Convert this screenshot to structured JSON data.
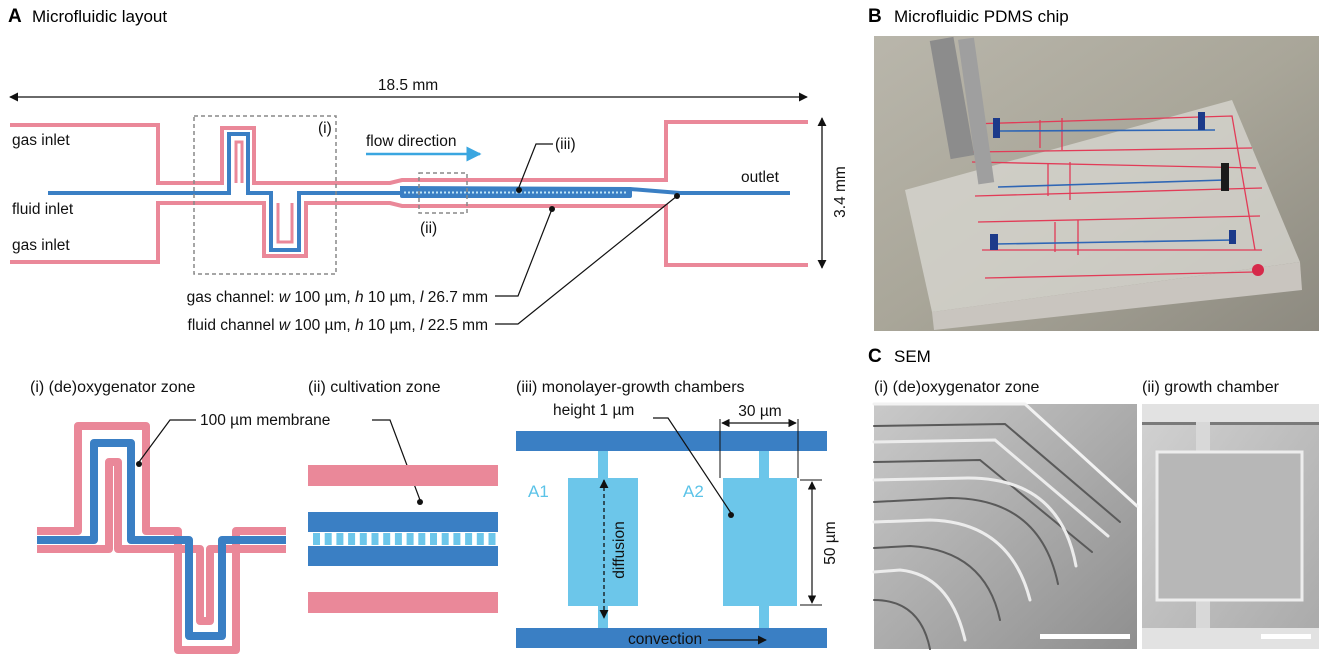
{
  "colors": {
    "gas": "#ea8899",
    "fluid": "#3a7fc4",
    "chamber": "#6cc6ea",
    "flow_arrow": "#3aa6e0",
    "dashed_box": "#888888"
  },
  "panel_a": {
    "letter": "A",
    "title": "Microfluidic layout",
    "width_label": "18.5 mm",
    "height_label": "3.4 mm",
    "gas_inlet_top": "gas inlet",
    "fluid_inlet": "fluid inlet",
    "gas_inlet_bottom": "gas inlet",
    "outlet": "outlet",
    "flow_direction": "flow direction",
    "marker_i": "(i)",
    "marker_ii": "(ii)",
    "marker_iii": "(iii)",
    "gas_channel": {
      "prefix": "gas channel: ",
      "w": "w",
      "w_val": " 100 µm, ",
      "h": "h",
      "h_val": " 10 µm, ",
      "l": "l",
      "l_val": " 26.7 mm"
    },
    "fluid_channel": {
      "prefix": "fluid channel ",
      "w": "w",
      "w_val": " 100 µm, ",
      "h": "h",
      "h_val": " 10 µm, ",
      "l": "l",
      "l_val": " 22.5 mm"
    }
  },
  "zones": {
    "i_title": "(i) (de)oxygenator zone",
    "membrane": "100 µm membrane",
    "ii_title": "(ii) cultivation zone",
    "iii_title": "(iii) monolayer-growth chambers",
    "height": "height 1 µm",
    "width_30": "30 µm",
    "height_50": "50 µm",
    "a1": "A1",
    "a2": "A2",
    "diffusion": "diffusion",
    "convection": "convection"
  },
  "panel_b": {
    "letter": "B",
    "title": "Microfluidic PDMS chip"
  },
  "panel_c": {
    "letter": "C",
    "title": "SEM",
    "sub_i": "(i) (de)oxygenator zone",
    "sub_ii": "(ii) growth chamber"
  }
}
